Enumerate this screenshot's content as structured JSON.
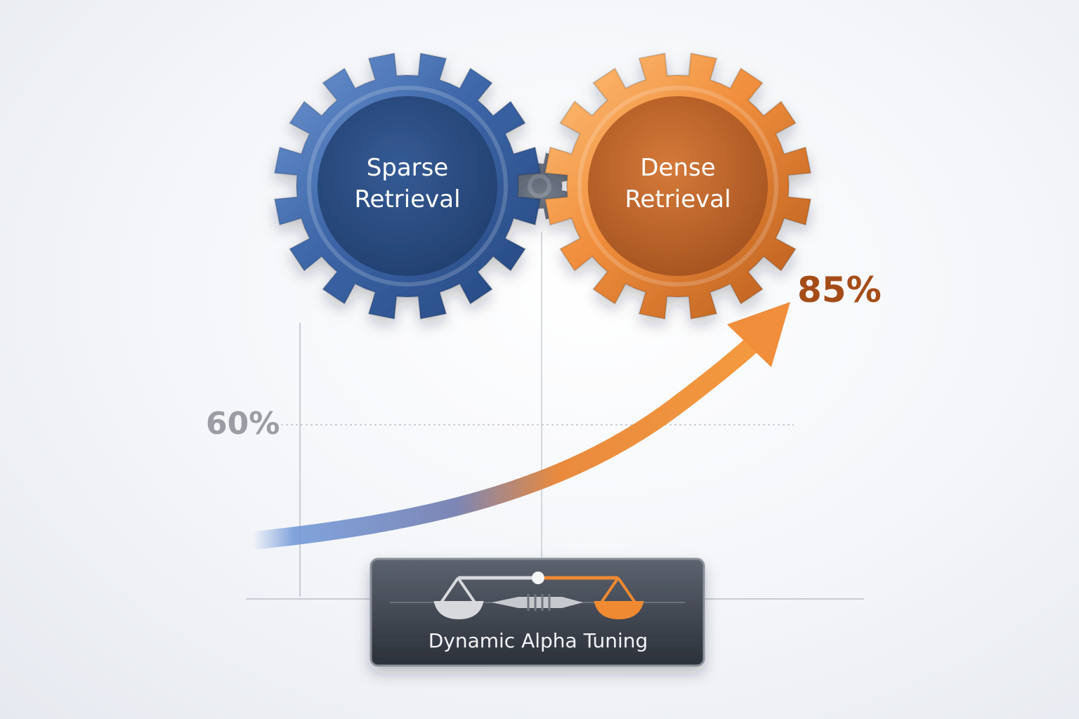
{
  "gears": {
    "sparse": {
      "line1": "Sparse",
      "line2": "Retrieval",
      "color": "#3f68a8"
    },
    "dense": {
      "line1": "Dense",
      "line2": "Retrieval",
      "color": "#e68a38"
    }
  },
  "metrics": {
    "start_label": "60%",
    "end_label": "85%",
    "start_color": "#9a9da3",
    "end_color": "#a54d18"
  },
  "control": {
    "label": "Dynamic Alpha Tuning",
    "left_color": "#d7d9dd",
    "right_color": "#f08a32"
  }
}
